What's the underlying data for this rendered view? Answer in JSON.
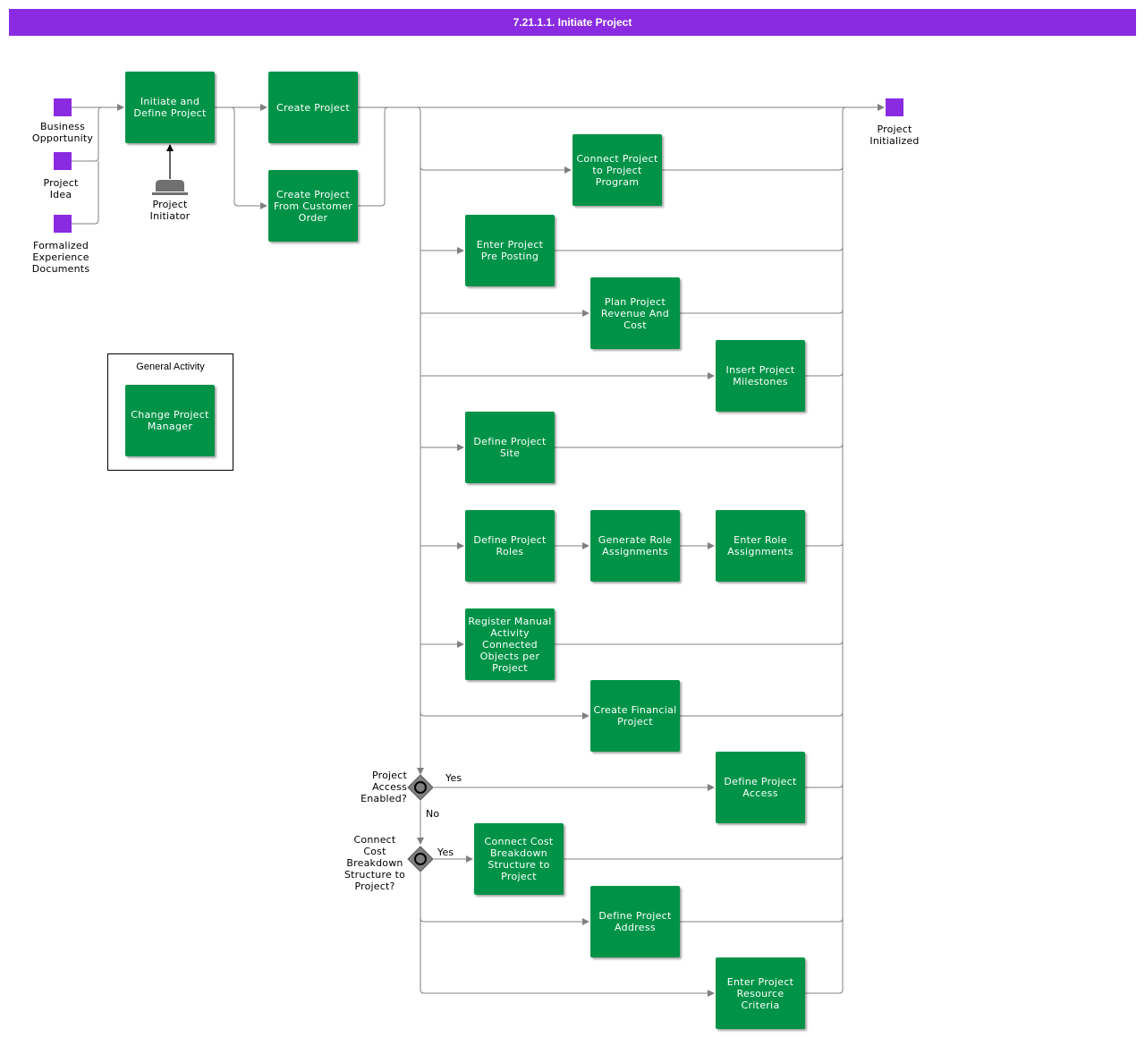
{
  "title": "7.21.1.1. Initiate Project",
  "colors": {
    "title_bar": "#8a2be2",
    "activity": "#009347",
    "event": "#8a2be2",
    "gateway": "#808080",
    "connector": "#808080"
  },
  "events": {
    "business_opportunity": "Business\nOpportunity",
    "project_idea": "Project\nIdea",
    "formalized_experience_documents": "Formalized\nExperience\nDocuments",
    "project_initialized": "Project\nInitialized"
  },
  "role": {
    "project_initiator": "Project\nInitiator",
    "icon": "user-role-icon"
  },
  "group": {
    "title": "General Activity",
    "change_project_manager": "Change Project Manager"
  },
  "activities": {
    "initiate_define": "Initiate and Define Project",
    "create_project": "Create Project",
    "create_from_customer_order": "Create Project From Customer Order",
    "connect_program": "Connect Project to Project Program",
    "enter_pre_posting": "Enter Project Pre Posting",
    "plan_revenue_cost": "Plan Project Revenue And Cost",
    "insert_milestones": "Insert Project Milestones",
    "define_site": "Define Project Site",
    "define_roles": "Define Project Roles",
    "generate_role_assignments": "Generate Role Assignments",
    "enter_role_assignments": "Enter Role Assignments",
    "register_manual_activity": "Register Manual Activity Connected Objects per Project",
    "create_financial_project": "Create Financial Project",
    "define_access": "Define Project Access",
    "connect_cbs": "Connect Cost Breakdown Structure to Project",
    "define_address": "Define Project Address",
    "enter_resource_criteria": "Enter Project Resource Criteria"
  },
  "gateways": {
    "access_enabled": "Project\nAccess\nEnabled?",
    "connect_cbs": "Connect\nCost\nBreakdown\nStructure to\nProject?",
    "yes": "Yes",
    "no": "No"
  }
}
